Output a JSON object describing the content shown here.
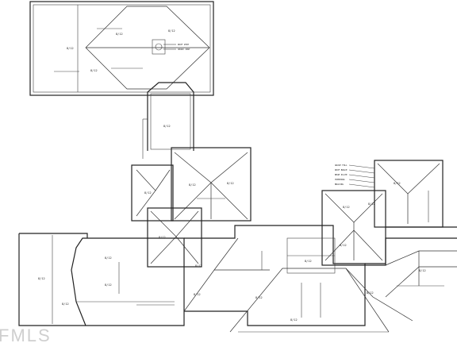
{
  "plan": {
    "pitch_labels": [
      "8/12",
      "8/12",
      "8/12",
      "8/12",
      "8/12",
      "8/12",
      "8/12",
      "8/12",
      "8/12",
      "8/12",
      "8/12",
      "8/12",
      "8/12",
      "8/12",
      "8/12",
      "8/12",
      "8/12",
      "8/12",
      "8/12",
      "8/12",
      "8/12",
      "8/12",
      "8/12",
      "8/12"
    ],
    "notes": {
      "top_right": [
        "ROOF VENT",
        "SMOKE VENT"
      ],
      "mid_right": [
        "GRAVE FULL",
        "ROOF BRACE",
        "BEAM PLATE",
        "OVERHANG",
        "BRACING"
      ]
    },
    "watermark": "FMLS"
  }
}
